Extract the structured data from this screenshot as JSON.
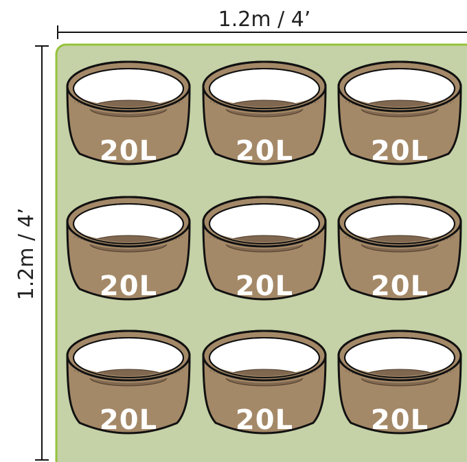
{
  "dimensions": {
    "width_label": "1.2m / 4’",
    "height_label": "1.2m / 4’"
  },
  "colors": {
    "tray_fill": "#c5d1a6",
    "tray_border": "#95c23c",
    "pot_body": "#a48968",
    "pot_soil": "#80674f",
    "pot_inside": "#ffffff",
    "outline": "#111111"
  },
  "grid": {
    "rows": 3,
    "columns": 3
  },
  "pots": [
    {
      "label": "20L"
    },
    {
      "label": "20L"
    },
    {
      "label": "20L"
    },
    {
      "label": "20L"
    },
    {
      "label": "20L"
    },
    {
      "label": "20L"
    },
    {
      "label": "20L"
    },
    {
      "label": "20L"
    },
    {
      "label": "20L"
    }
  ]
}
